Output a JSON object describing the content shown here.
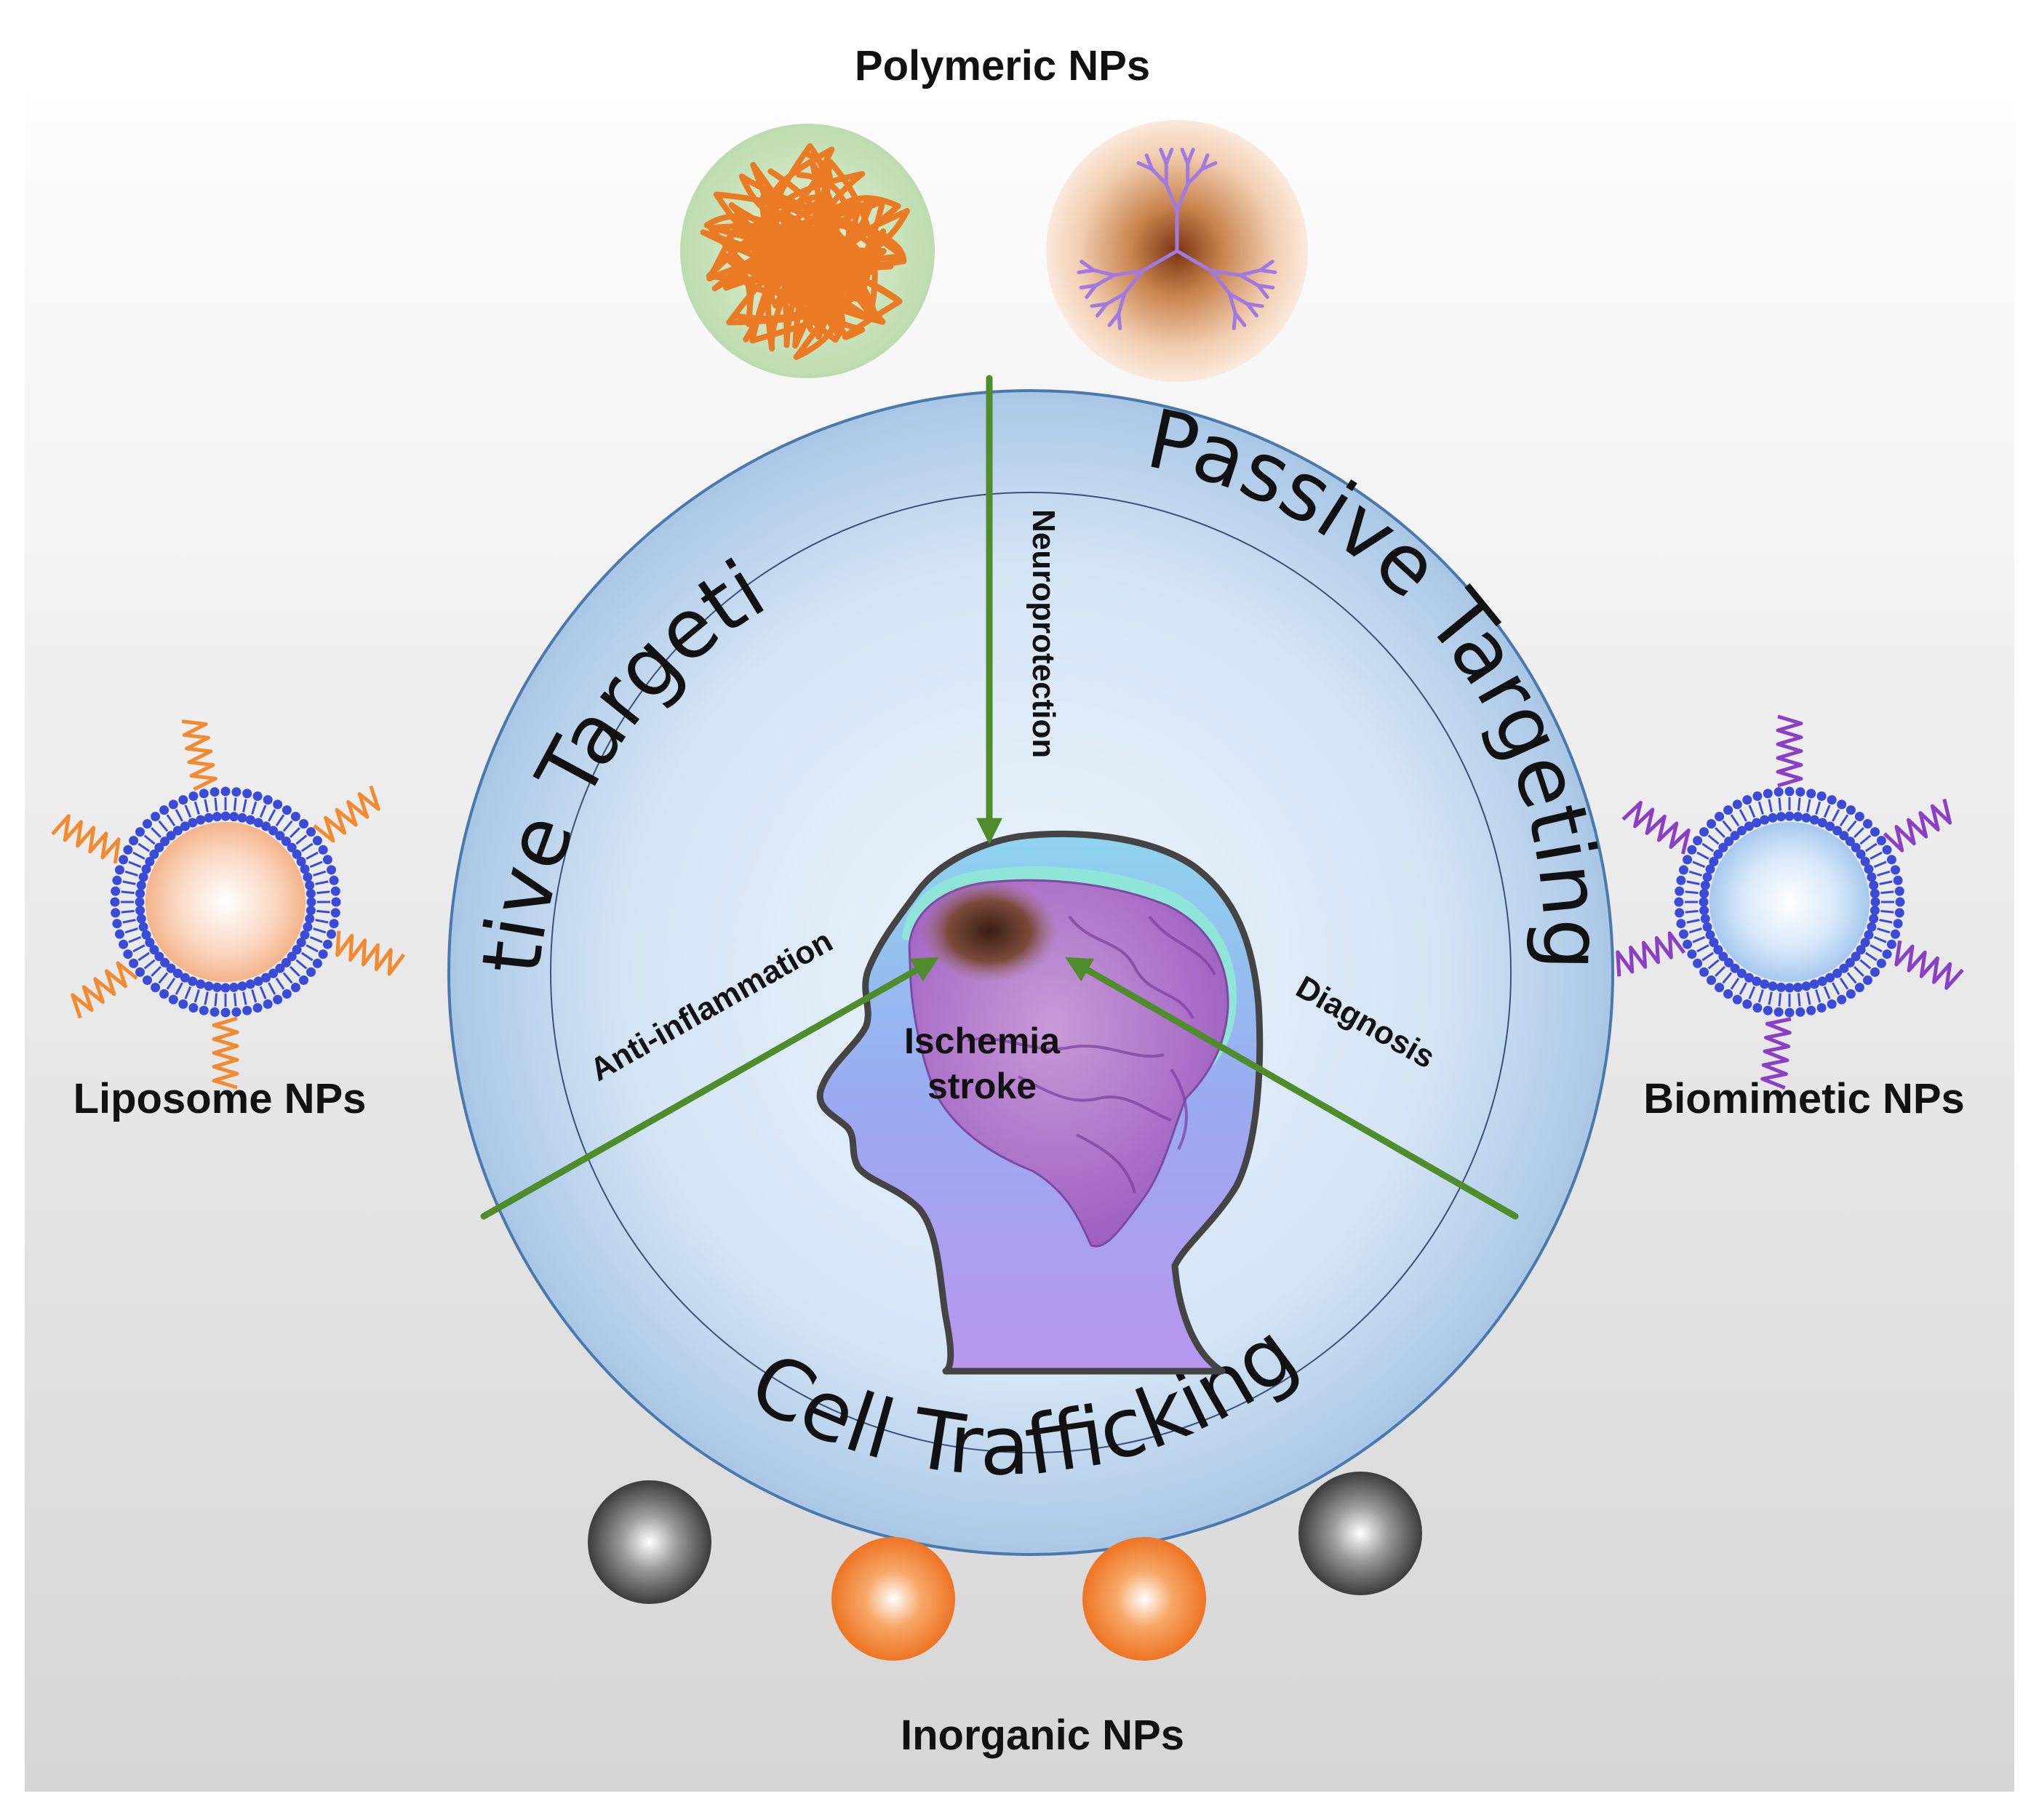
{
  "diagram": {
    "nanoparticle_groups": {
      "polymeric": "Polymeric NPs",
      "liposome": "Liposome NPs",
      "biomimetic": "Biomimetic NPs",
      "inorganic": "Inorganic NPs"
    },
    "targeting_strategies": {
      "active": "Active Targeting",
      "passive": "Passive Targeting",
      "cell": "Cell Trafficking"
    },
    "applications": {
      "neuroprotection": "Neuroprotection",
      "anti_inflammation": "Anti-inflammation",
      "diagnosis": "Diagnosis"
    },
    "center": {
      "line1": "Ischemia",
      "line2": "stroke"
    },
    "colors": {
      "arrow": "#4e8c2c",
      "disk_fill": "#bcd6ee",
      "disk_stroke": "#4a79ad",
      "liposome_ligand": "#f28a32",
      "biomimetic_ligand": "#8a3fc4",
      "membrane": "#3a4bd8",
      "inorganic_orange": "#f07d2a",
      "inorganic_gray": "#5a5a5a",
      "polymer_fiber": "#ea7a24",
      "dendrimer_branch": "#a07ae0"
    }
  }
}
